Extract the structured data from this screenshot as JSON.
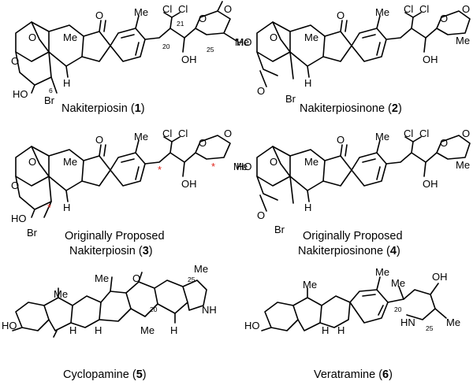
{
  "captions": {
    "c1": {
      "name": "Nakiterpiosin",
      "num": "1"
    },
    "c2": {
      "name": "Nakiterpiosinone",
      "num": "2"
    },
    "c3": {
      "line1": "Originally Proposed",
      "name": "Nakiterpiosin",
      "num": "3"
    },
    "c4": {
      "line1": "Originally Proposed",
      "name": "Nakiterpiosinone",
      "num": "4"
    },
    "c5": {
      "name": "Cyclopamine",
      "num": "5"
    },
    "c6": {
      "name": "Veratramine",
      "num": "6"
    }
  },
  "labels": {
    "me": "Me",
    "cl": "Cl",
    "o": "O",
    "oh": "OH",
    "ho": "HO",
    "h": "H",
    "br": "Br",
    "nh": "NH",
    "hn": "HN",
    "n21": "21",
    "n20": "20",
    "n25": "25",
    "n6": "6"
  },
  "stereo_marker": "*",
  "colors": {
    "ink": "#000000",
    "marker": "#e0241b"
  }
}
